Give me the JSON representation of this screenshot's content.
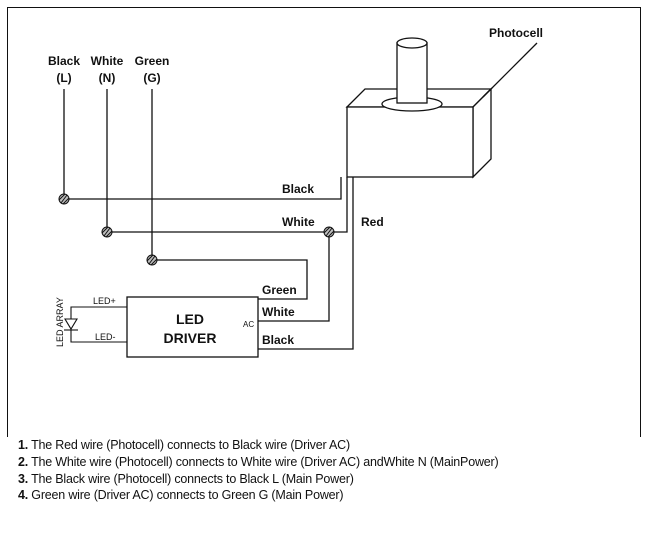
{
  "diagram": {
    "photocell_label": "Photocell",
    "main_power": {
      "black": {
        "color": "Black",
        "tag": "(L)"
      },
      "white": {
        "color": "White",
        "tag": "(N)"
      },
      "green": {
        "color": "Green",
        "tag": "(G)"
      }
    },
    "photocell_wires": {
      "black": "Black",
      "white": "White",
      "red": "Red"
    },
    "driver_wires": {
      "green": "Green",
      "white": "White",
      "black": "Black"
    },
    "driver": {
      "line1": "LED",
      "line2": "DRIVER",
      "ac": "AC"
    },
    "led": {
      "plus": "LED+",
      "minus": "LED-",
      "array": "LED ARRAY"
    }
  },
  "notes": [
    {
      "num": "1.",
      "text": " The Red wire (Photocell) connects to Black wire (Driver AC)"
    },
    {
      "num": "2.",
      "text": " The White wire (Photocell) connects to White wire (Driver AC) andWhite N (MainPower)"
    },
    {
      "num": "3.",
      "text": " The Black wire (Photocell) connects to Black L (Main Power)"
    },
    {
      "num": "4.",
      "text": " Green wire (Driver AC) connects to Green G (Main Power)"
    }
  ]
}
